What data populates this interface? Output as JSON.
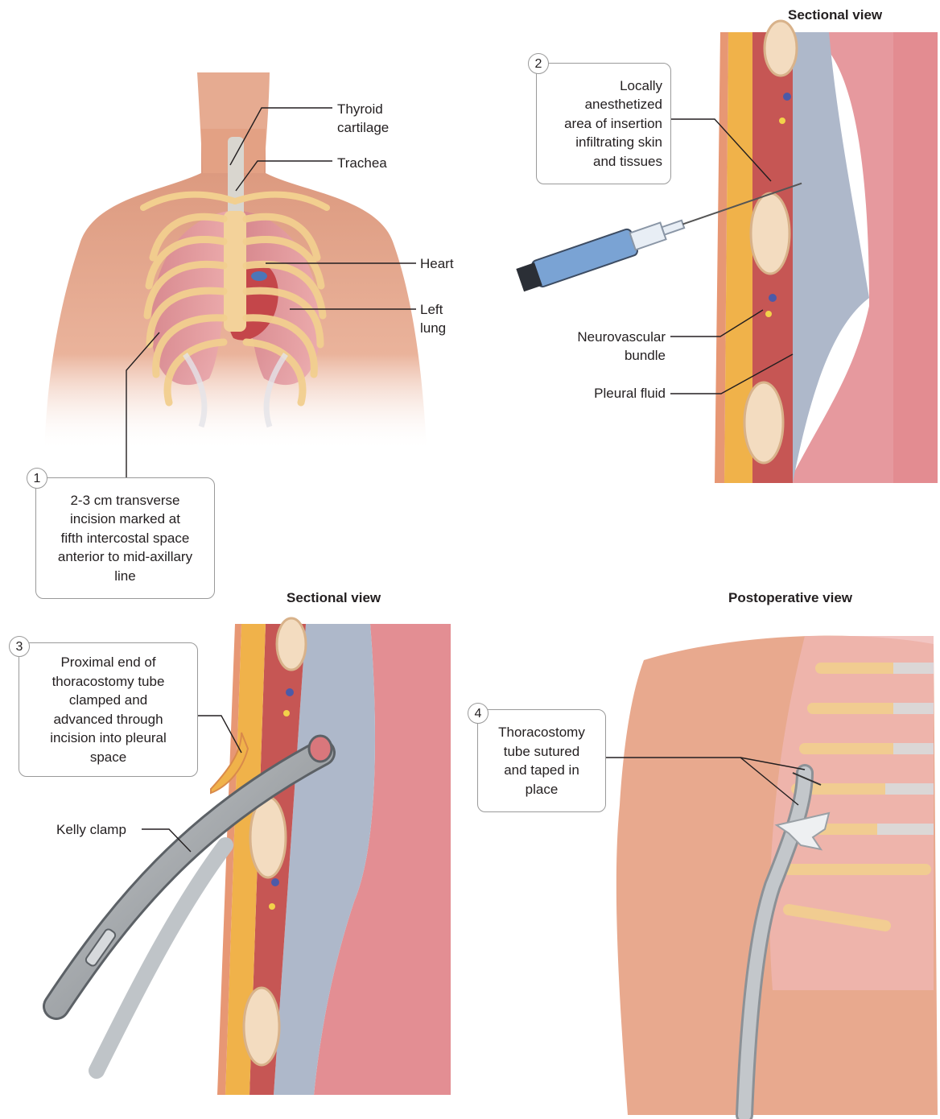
{
  "panels": {
    "p1": {
      "step": "1",
      "callout": "2-3 cm transverse\nincision marked at\nfifth intercostal space\nanterior to mid-axillary\nline",
      "labels": {
        "thyroid": "Thyroid\ncartilage",
        "trachea": "Trachea",
        "heart": "Heart",
        "left_lung": "Left\nlung"
      }
    },
    "p2": {
      "title": "Sectional view",
      "step": "2",
      "callout": "Locally\nanesthetized\narea of insertion\ninfiltrating skin\nand tissues",
      "labels": {
        "neurovascular": "Neurovascular\nbundle",
        "pleural_fluid": "Pleural fluid"
      }
    },
    "p3": {
      "title": "Sectional view",
      "step": "3",
      "callout": "Proximal end of\nthoracostomy tube\nclamped and\nadvanced through\nincision into pleural\nspace",
      "labels": {
        "kelly": "Kelly clamp"
      }
    },
    "p4": {
      "title": "Postoperative view",
      "step": "4",
      "callout": "Thoracostomy\ntube sutured\nand taped in\nplace"
    }
  },
  "colors": {
    "skin": "#e9a98c",
    "skin_dark": "#c97e62",
    "muscle": "#c85a58",
    "pleura": "#a9b4c6",
    "lung": "#dc8d95",
    "fat": "#f1b04a",
    "bone": "#f3dcc0",
    "tube": "#9ea2a6"
  }
}
